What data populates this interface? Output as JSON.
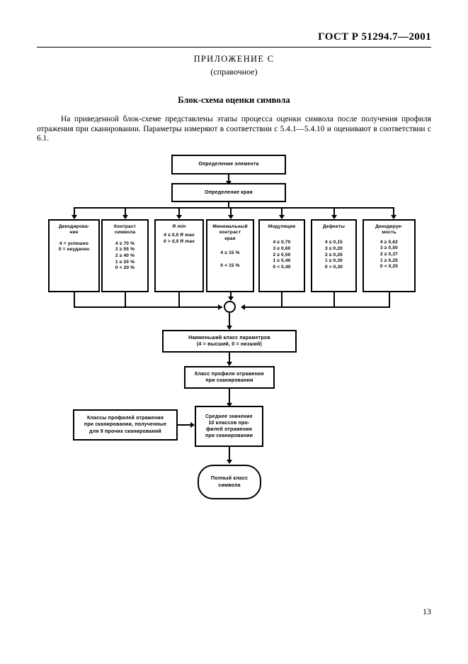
{
  "header": {
    "standard": "ГОСТ Р 51294.7—2001",
    "page_number": "13"
  },
  "annex": {
    "title": "ПРИЛОЖЕНИЕ С",
    "subtitle": "(справочное)"
  },
  "section": {
    "title": "Блок-схема оценки символа",
    "intro": "На приведенной блок-схеме представлены этапы процесса оценки символа после получения профиля отражения при сканировании. Параметры измеряют в соответствии с 5.4.1—5.4.10 и оценивают в соответствии с 6.1."
  },
  "chart_data": {
    "type": "diagram",
    "title": "Блок-схема оценки символа",
    "nodes": [
      {
        "id": "element",
        "label": "Определение элемента",
        "shape": "rect"
      },
      {
        "id": "edge",
        "label": "Определение края",
        "shape": "rect"
      },
      {
        "id": "decoding",
        "title": "Декодирова-\nние",
        "title_line1": "Декодирова-",
        "title_line2": "ние",
        "shape": "rect",
        "lines": [
          "4 = успешно",
          "0 = неудачно"
        ]
      },
      {
        "id": "symbol-contrast",
        "title_line1": "Контраст",
        "title_line2": "символа",
        "shape": "rect",
        "lines": [
          "4 ≥ 70 %",
          "3 ≥ 55 %",
          "2 ≥ 40 %",
          "1 ≥ 20 %",
          "0 < 20 %"
        ]
      },
      {
        "id": "rmin",
        "title_line1": "R min",
        "title_line2": "",
        "shape": "rect",
        "lines": [
          "4 ≤ 0,5 R max",
          "0 > 0,5 R max"
        ]
      },
      {
        "id": "min-edge-contrast",
        "title_line1": "Минимальный",
        "title_line2": "контраст",
        "title_line3": "края",
        "shape": "rect",
        "lines": [
          "4 ≥ 15 %",
          "0 < 15 %"
        ]
      },
      {
        "id": "modulation",
        "title_line1": "Модуляция",
        "title_line2": "",
        "shape": "rect",
        "lines": [
          "4 ≥ 0,70",
          "3 ≥ 0,60",
          "2 ≥ 0,50",
          "1 ≥ 0,40",
          "0 < 0,40"
        ]
      },
      {
        "id": "defects",
        "title_line1": "Дефекты",
        "title_line2": "",
        "shape": "rect",
        "lines": [
          "4 ≤ 0,15",
          "3 ≤ 0,20",
          "2 ≤ 0,25",
          "1 ≤ 0,30",
          "0 > 0,30"
        ]
      },
      {
        "id": "decodability",
        "title_line1": "Декодируе-",
        "title_line2": "мость",
        "shape": "rect",
        "lines": [
          "4 ≥ 0,62",
          "3 ≥ 0,50",
          "2 ≥ 0,37",
          "1 ≥ 0,25",
          "0 < 0,25"
        ]
      },
      {
        "id": "lowest-class",
        "shape": "rect",
        "lines": [
          "Наименьший класс параметров",
          "(4 = высший, 0 = низший)"
        ]
      },
      {
        "id": "scan-profile-class",
        "shape": "rect",
        "lines": [
          "Класс профиля отражения",
          "при сканировании"
        ]
      },
      {
        "id": "other-scan-classes",
        "shape": "rect",
        "lines": [
          "Классы профилей отражения",
          "при сканировании, полученные",
          "для 9 прочих сканирований"
        ]
      },
      {
        "id": "average-10",
        "shape": "rect",
        "lines": [
          "Среднее значение",
          "10 классов про-",
          "филей отражения",
          "при сканировании"
        ]
      },
      {
        "id": "full-class",
        "shape": "terminal",
        "lines": [
          "Полный класс",
          "символа"
        ]
      }
    ],
    "junction": {
      "id": "merge-junction",
      "shape": "circle"
    },
    "edges": [
      {
        "from": "element",
        "to": "edge"
      },
      {
        "from": "edge",
        "to": "parallel-bus"
      },
      {
        "from": "parallel-bus",
        "to": "decoding"
      },
      {
        "from": "parallel-bus",
        "to": "symbol-contrast"
      },
      {
        "from": "parallel-bus",
        "to": "rmin"
      },
      {
        "from": "parallel-bus",
        "to": "min-edge-contrast"
      },
      {
        "from": "parallel-bus",
        "to": "modulation"
      },
      {
        "from": "parallel-bus",
        "to": "defects"
      },
      {
        "from": "parallel-bus",
        "to": "decodability"
      },
      {
        "from": "collector-bus",
        "to": "merge-junction"
      },
      {
        "from": "merge-junction",
        "to": "lowest-class"
      },
      {
        "from": "lowest-class",
        "to": "scan-profile-class"
      },
      {
        "from": "scan-profile-class",
        "to": "average-10"
      },
      {
        "from": "other-scan-classes",
        "to": "average-10"
      },
      {
        "from": "average-10",
        "to": "full-class"
      }
    ]
  }
}
